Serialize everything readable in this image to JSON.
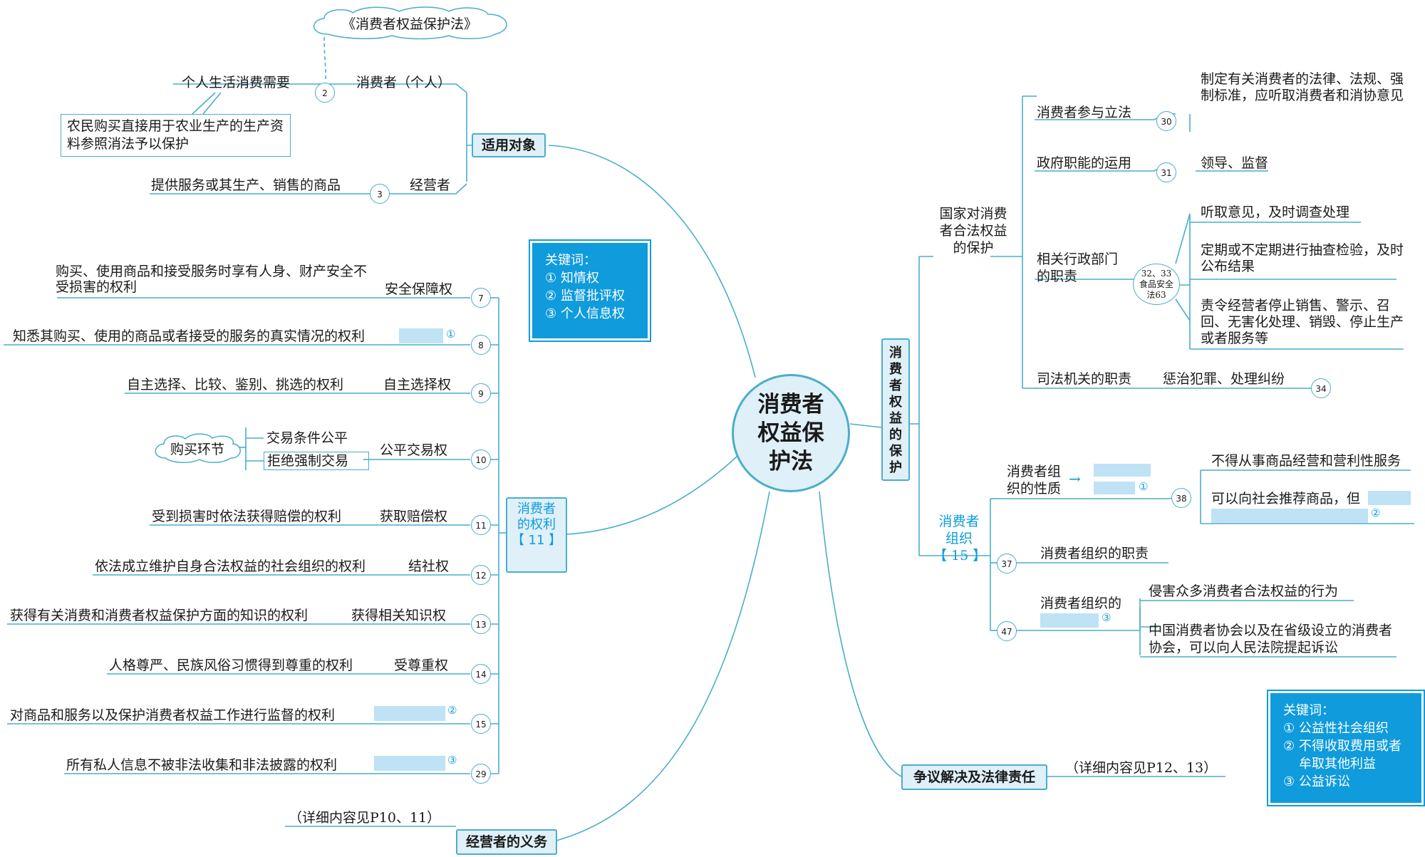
{
  "center_title": "消费者权益保护法",
  "top_cloud": "《消费者权益保护法》",
  "scope": {
    "title": "适用对象",
    "consumer_label": "消费者（个人）",
    "consumer_desc": "个人生活消费需要",
    "consumer_num": "2",
    "farmer_note": "农民购买直接用于农业生产的生产资料参照消法予以保护",
    "operator_label": "经营者",
    "operator_desc": "提供服务或其生产、销售的商品",
    "operator_num": "3"
  },
  "keywords_left": {
    "title": "关键词：",
    "items": [
      "① 知情权",
      "② 监督批评权",
      "③ 个人信息权"
    ]
  },
  "rights": {
    "title": "消费者的权利",
    "count": "【 11 】",
    "items": [
      {
        "num": "7",
        "name": "安全保障权",
        "desc": "购买、使用商品和接受服务时享有人身、财产安全不受损害的权利"
      },
      {
        "num": "8",
        "name": "",
        "mark": "①",
        "desc": "知悉其购买、使用的商品或者接受的服务的真实情况的权利"
      },
      {
        "num": "9",
        "name": "自主选择权",
        "desc": "自主选择、比较、鉴别、挑选的权利"
      },
      {
        "num": "10",
        "name": "公平交易权",
        "desc": ""
      },
      {
        "num": "11",
        "name": "获取赔偿权",
        "desc": "受到损害时依法获得赔偿的权利"
      },
      {
        "num": "12",
        "name": "结社权",
        "desc": "依法成立维护自身合法权益的社会组织的权利"
      },
      {
        "num": "13",
        "name": "获得相关知识权",
        "desc": "获得有关消费和消费者权益保护方面的知识的权利"
      },
      {
        "num": "14",
        "name": "受尊重权",
        "desc": "人格尊严、民族风俗习惯得到尊重的权利"
      },
      {
        "num": "15",
        "name": "",
        "mark": "②",
        "desc": "对商品和服务以及保护消费者权益工作进行监督的权利"
      },
      {
        "num": "29",
        "name": "",
        "mark": "③",
        "desc": "所有私人信息不被非法收集和非法披露的权利"
      }
    ],
    "fair_trade_cloud": "购买环节",
    "fair_trade_sub": [
      "交易条件公平",
      "拒绝强制交易"
    ]
  },
  "operator_duty": {
    "title": "经营者的义务",
    "ref": "（详细内容见P10、11）"
  },
  "protection": {
    "title": "消费者权益的保护",
    "state": {
      "label": "国家对消费者合法权益的保护",
      "items": [
        {
          "label": "消费者参与立法",
          "num": "30",
          "desc": "制定有关消费者的法律、法规、强制标准，应听取消费者和消协意见"
        },
        {
          "label": "政府职能的运用",
          "num": "31",
          "desc": "领导、监督"
        },
        {
          "label": "相关行政部门的职责",
          "num": "32、33 食品安全法63",
          "descs": [
            "听取意见，及时调查处理",
            "定期或不定期进行抽查检验，及时公布结果",
            "责令经营者停止销售、警示、召回、无害化处理、销毁、停止生产或者服务等"
          ]
        },
        {
          "label": "司法机关的职责",
          "num": "34",
          "desc": "惩治犯罪、处理纠纷"
        }
      ]
    },
    "org": {
      "label": "消费者组织",
      "count": "【 15 】",
      "nature_label": "消费者组织的性质",
      "nature_arrow": "→",
      "nature_mark": "①",
      "nature_num": "38",
      "nature_descs": [
        "不得从事商品经营和营利性服务",
        "可以向社会推荐商品，但"
      ],
      "nature_mark2": "②",
      "duty_label": "消费者组织的职责",
      "duty_num": "37",
      "suit_label": "消费者组织的",
      "suit_mark": "③",
      "suit_num": "47",
      "suit_descs": [
        "侵害众多消费者合法权益的行为",
        "中国消费者协会以及在省级设立的消费者协会，可以向人民法院提起诉讼"
      ]
    }
  },
  "dispute": {
    "title": "争议解决及法律责任",
    "ref": "（详细内容见P12、13）"
  },
  "keywords_right": {
    "title": "关键词：",
    "items": [
      "① 公益性社会组织",
      "② 不得收取费用或者牟取其他利益",
      "③ 公益诉讼"
    ]
  }
}
